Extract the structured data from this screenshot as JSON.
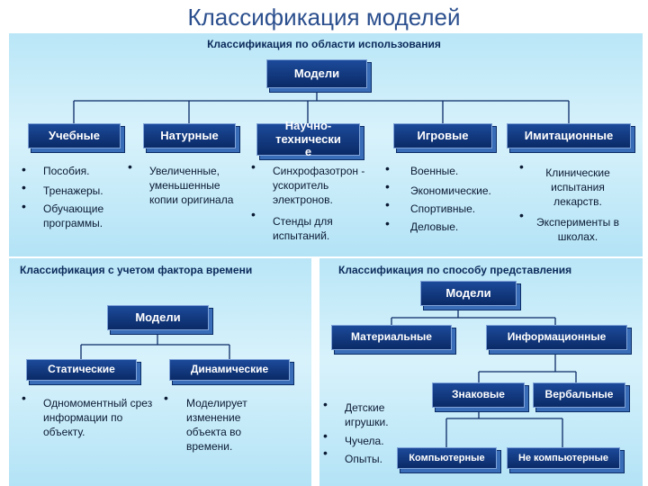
{
  "title": "Классификация моделей",
  "top": {
    "subtitle": "Классификация по области использования",
    "root": "Модели",
    "categories": [
      {
        "label": "Учебные",
        "items": [
          "Пособия.",
          "Тренажеры.",
          "Обучающие программы."
        ]
      },
      {
        "label": "Натурные",
        "items": [
          "Увеличенные, уменьшенные копии оригинала"
        ]
      },
      {
        "label": "Научно-технические",
        "items": [
          "Синхрофазотрон - ускоритель электронов.",
          "Стенды для испытаний."
        ]
      },
      {
        "label": "Игровые",
        "items": [
          "Военные.",
          "Экономические.",
          "Спортивные.",
          "Деловые."
        ]
      },
      {
        "label": "Имитационные",
        "items": [
          "Клинические испытания лекарств.",
          "Эксперименты в школах."
        ]
      }
    ]
  },
  "time": {
    "subtitle": "Классификация с учетом фактора времени",
    "root": "Модели",
    "categories": [
      {
        "label": "Статические",
        "items": [
          "Одномоментный срез информации по объекту."
        ]
      },
      {
        "label": "Динамические",
        "items": [
          "Моделирует изменение объекта во времени."
        ]
      }
    ]
  },
  "repr": {
    "subtitle": "Классификация по способу представления",
    "root": "Модели",
    "material": {
      "label": "Материальные",
      "items": [
        "Детские игрушки.",
        "Чучела.",
        "Опыты."
      ]
    },
    "informational": {
      "label": "Информационные"
    },
    "sign": {
      "label": "Знаковые"
    },
    "verbal": {
      "label": "Вербальные"
    },
    "computer": {
      "label": "Компьютерные"
    },
    "noncomputer": {
      "label": "Не компьютерные"
    }
  }
}
